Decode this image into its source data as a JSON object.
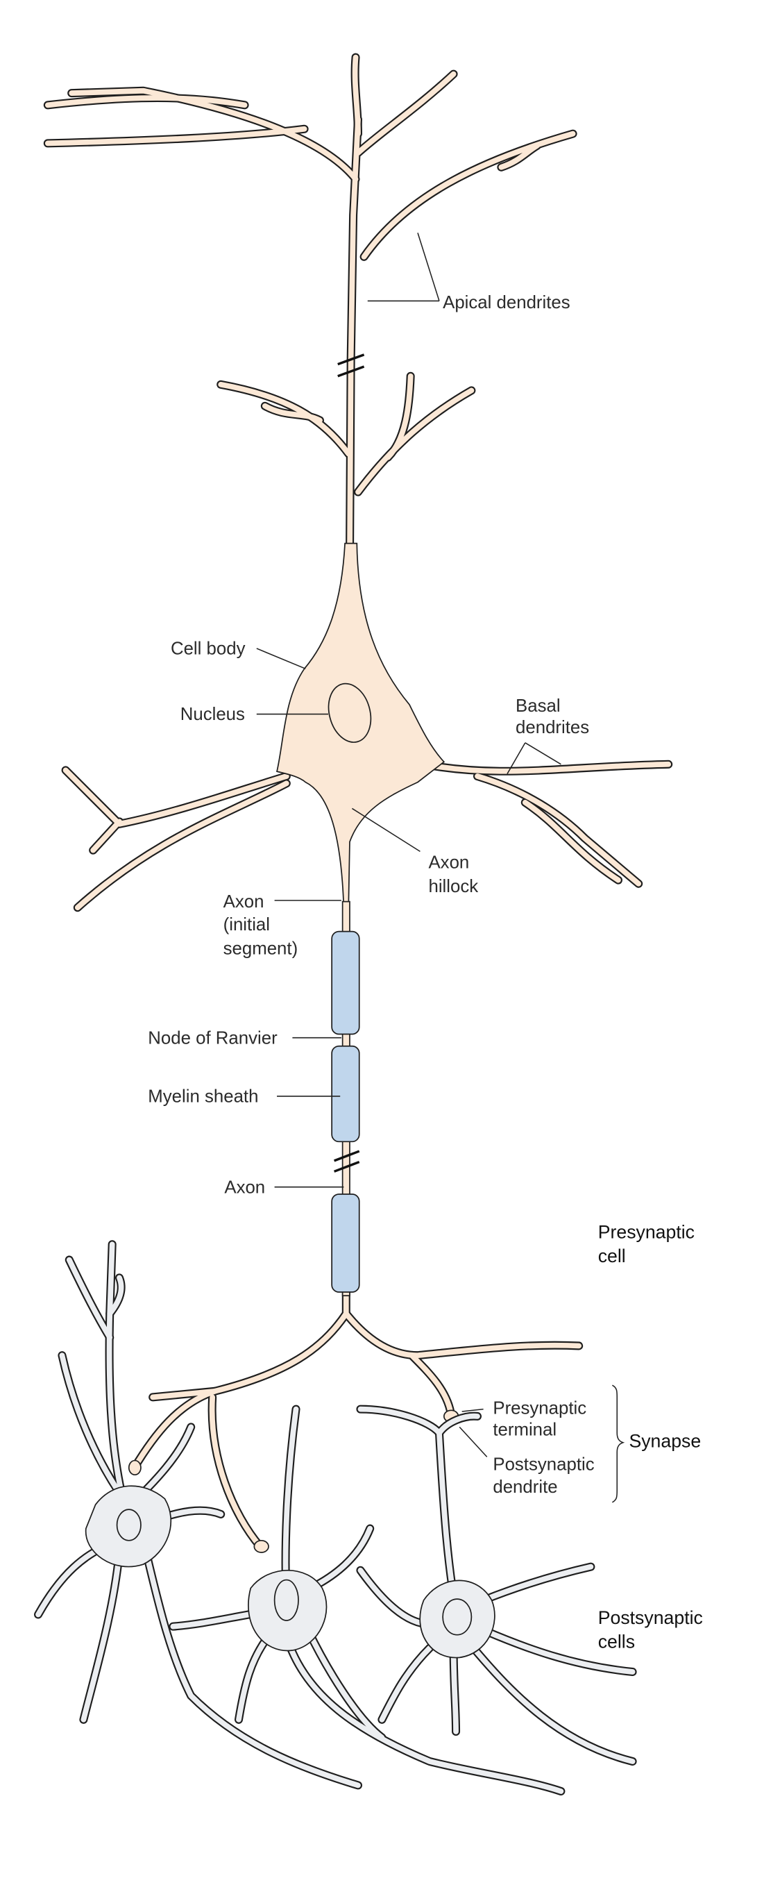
{
  "colors": {
    "presynaptic_cell": "#fbe8d6",
    "myelin": "#c0d6ec",
    "postsynaptic_cell": "#eceef1",
    "outline": "#1e1e1e"
  },
  "labels": {
    "apical_dendrites": "Apical dendrites",
    "cell_body": "Cell body",
    "nucleus": "Nucleus",
    "basal_dendrites": [
      "Basal",
      "dendrites"
    ],
    "axon_hillock": [
      "Axon",
      "hillock"
    ],
    "axon_initial_segment": [
      "Axon",
      "(initial",
      "segment)"
    ],
    "node_of_ranvier": "Node of Ranvier",
    "myelin_sheath": "Myelin sheath",
    "axon": "Axon",
    "presynaptic_cell": [
      "Presynaptic",
      "cell"
    ],
    "presynaptic_terminal": [
      "Presynaptic",
      "terminal"
    ],
    "postsynaptic_dendrite": [
      "Postsynaptic",
      "dendrite"
    ],
    "synapse": "Synapse",
    "postsynaptic_cells": [
      "Postsynaptic",
      "cells"
    ]
  }
}
